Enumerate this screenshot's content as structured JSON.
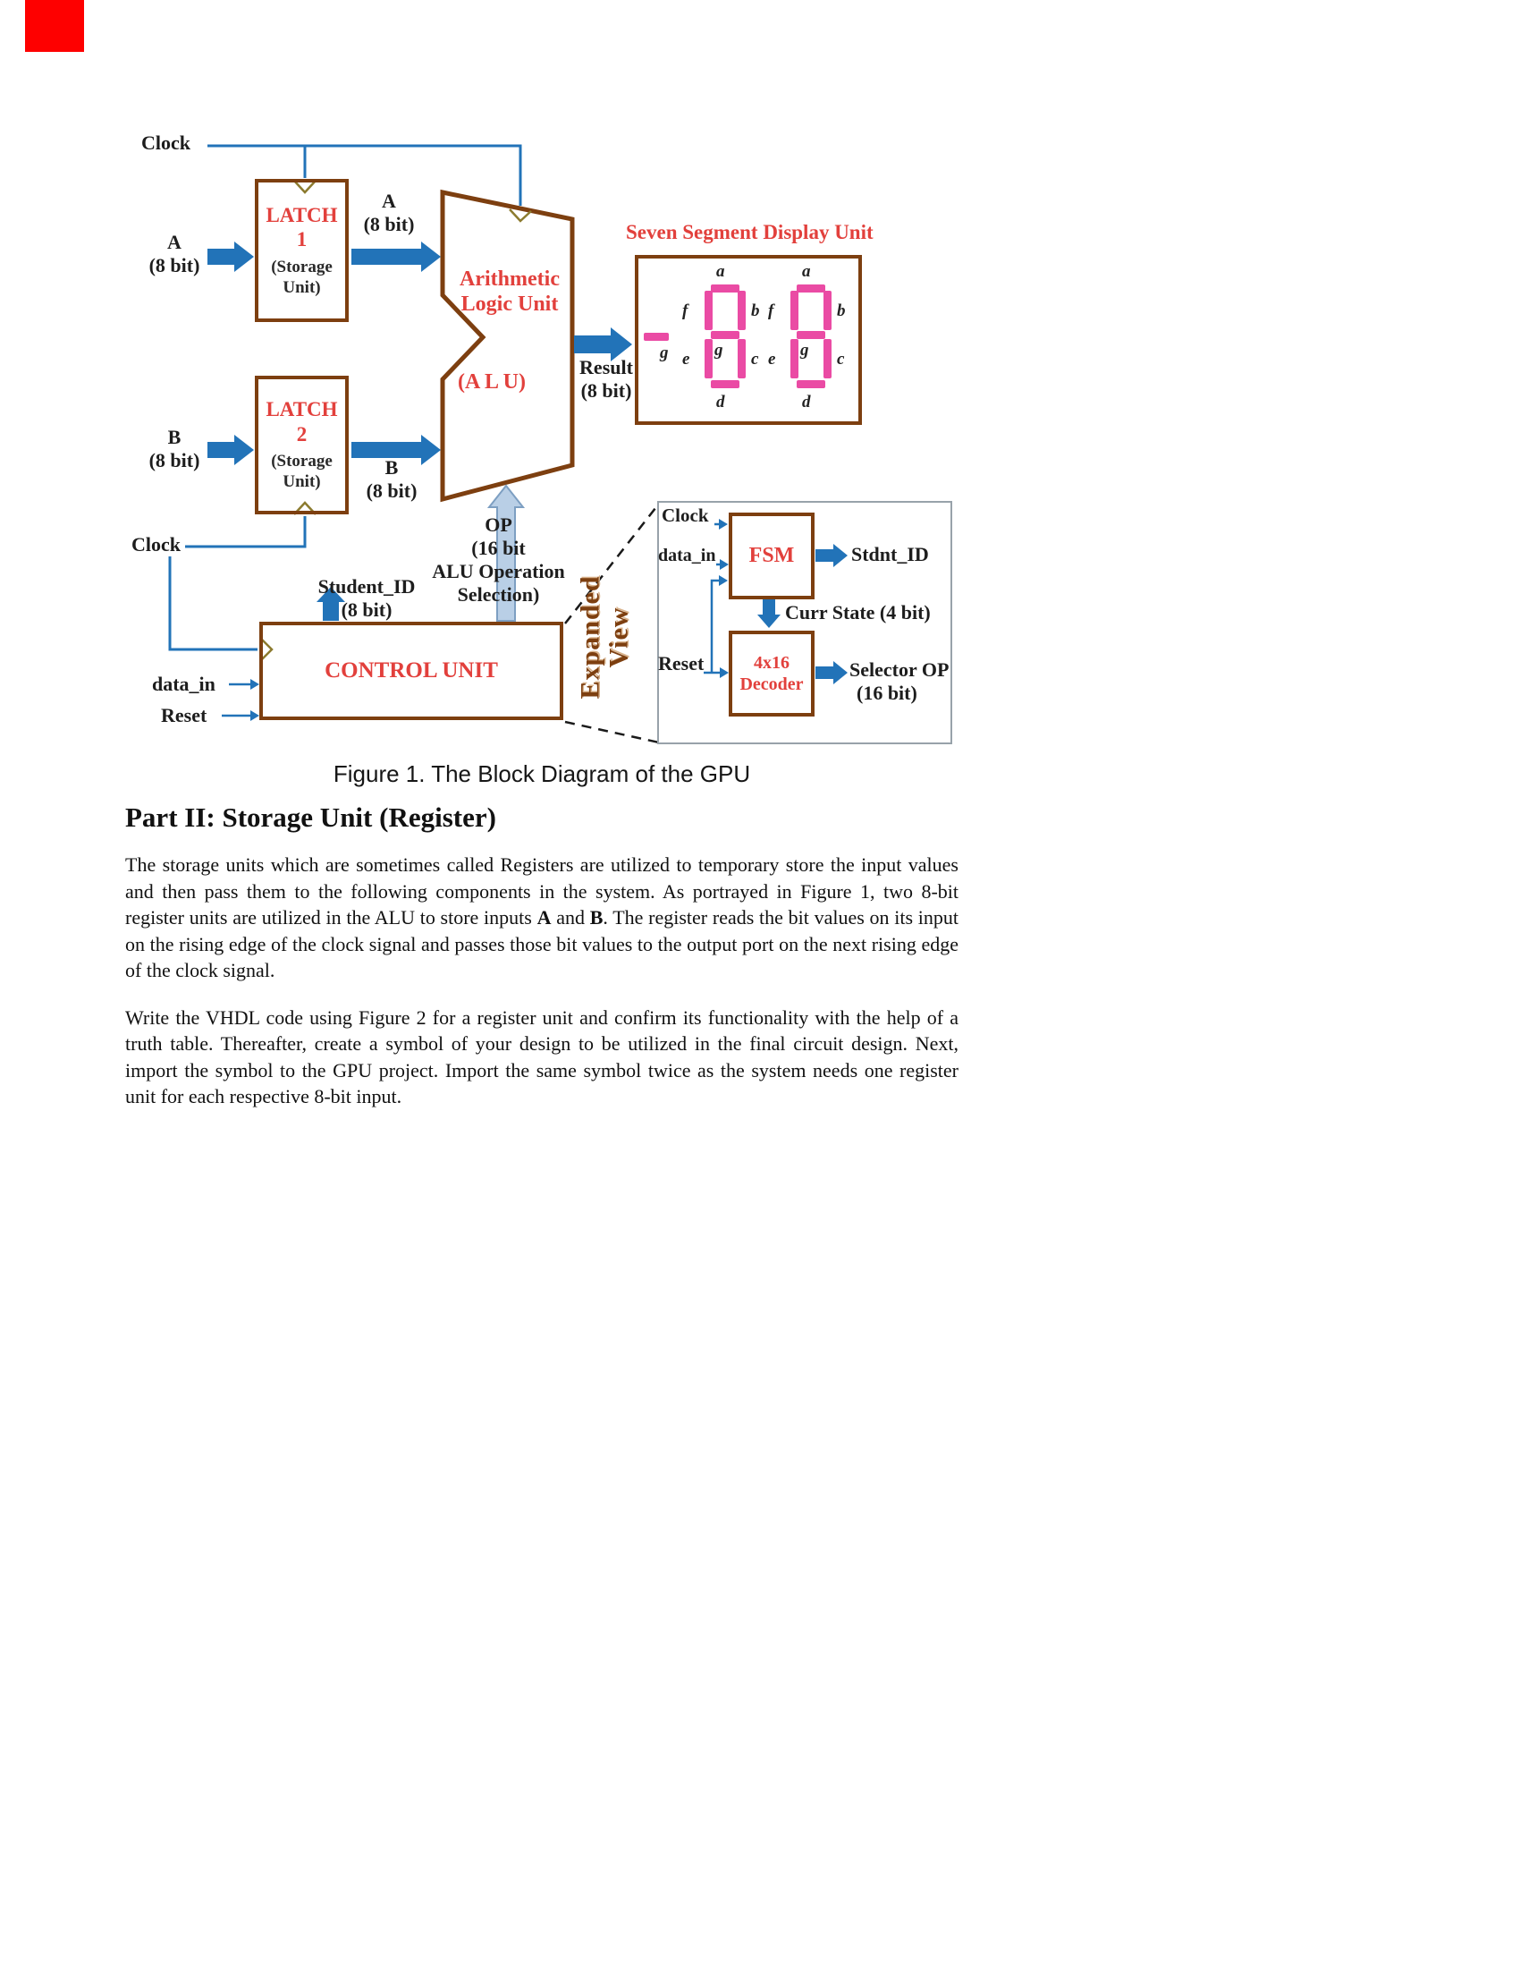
{
  "colors": {
    "arrow_blue": "#2273b8",
    "box_brown": "#7d3f10",
    "accent_red": "#e2403c",
    "segment_pink": "#ea4ba4",
    "corner_red": "#fe0000"
  },
  "diagram": {
    "clock_top": "Clock",
    "clock_bottom": "Clock",
    "input_a": {
      "l1": "A",
      "l2": "(8 bit)"
    },
    "input_b": {
      "l1": "B",
      "l2": "(8 bit)"
    },
    "a_out": {
      "l1": "A",
      "l2": "(8 bit)"
    },
    "b_out": {
      "l1": "B",
      "l2": "(8 bit)"
    },
    "latch1": {
      "name": "LATCH",
      "num": "1",
      "sub1": "(Storage",
      "sub2": "Unit)"
    },
    "latch2": {
      "name": "LATCH",
      "num": "2",
      "sub1": "(Storage",
      "sub2": "Unit)"
    },
    "alu": {
      "t1": "Arithmetic",
      "t2": "Logic Unit",
      "abbr": "(A L U)"
    },
    "result": {
      "l1": "Result",
      "l2": "(8 bit)"
    },
    "display": {
      "title": "Seven Segment Display Unit",
      "letters": {
        "a": "a",
        "b": "b",
        "c": "c",
        "d": "d",
        "e": "e",
        "f": "f",
        "g": "g"
      }
    },
    "op": {
      "l1": "OP",
      "l2": "(16 bit",
      "l3": "ALU Operation",
      "l4": "Selection)"
    },
    "student_id": {
      "l1": "Student_ID",
      "l2": "(8 bit)"
    },
    "control_unit": "CONTROL UNIT",
    "data_in": "data_in",
    "reset": "Reset",
    "expanded_view": {
      "l1": "Expanded",
      "l2": "View"
    },
    "expanded": {
      "clock": "Clock",
      "data_in": "data_in",
      "fsm": "FSM",
      "stdnt_id": "Stdnt_ID",
      "curr_state": "Curr State (4 bit)",
      "reset": "Reset",
      "decoder_l1": "4x16",
      "decoder_l2": "Decoder",
      "selector_l1": "Selector OP",
      "selector_l2": "(16 bit)"
    }
  },
  "caption": "Figure 1. The Block Diagram of the GPU",
  "section": {
    "heading": "Part II: Storage Unit (Register)",
    "para1": {
      "t1": "The storage units which are sometimes called Registers are utilized to temporary store the input values and then pass them to the following components in the system. As portrayed in Figure 1, two 8-bit register units are utilized in the ALU to store inputs ",
      "b1": "A",
      "t2": " and ",
      "b2": "B",
      "t3": ". The register reads the bit values on its input on the rising edge of the clock signal and passes those bit values to the output port on the next rising edge of the clock signal."
    },
    "para2": "Write the VHDL code using Figure 2 for a register unit and confirm its functionality with the help of a truth table. Thereafter, create a symbol of your design to be utilized in the final circuit design. Next, import the symbol to the GPU project. Import the same symbol twice as the system needs one register unit for each respective 8-bit input."
  }
}
